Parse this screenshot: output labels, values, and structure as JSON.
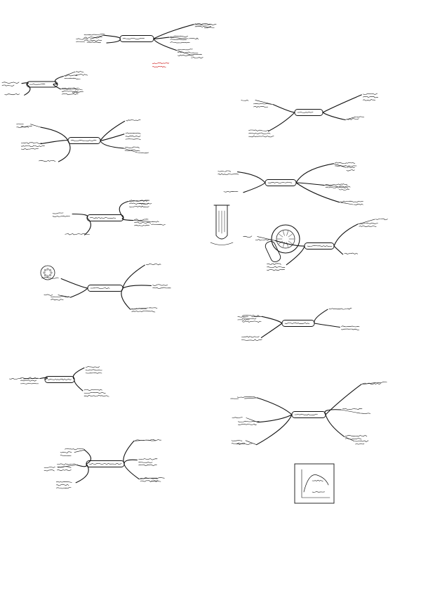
{
  "page": {
    "background": "#ffffff",
    "ink_color": "#111111",
    "accent_color": "#cc1111"
  },
  "clusters": [
    {
      "id": "c1",
      "label": "",
      "children": [
        "",
        "",
        "",
        "",
        ""
      ]
    },
    {
      "id": "c2",
      "label": "",
      "children": [
        "",
        "",
        "",
        ""
      ]
    },
    {
      "id": "c3",
      "label": "",
      "children": [
        "",
        "",
        "",
        "",
        "",
        ""
      ]
    },
    {
      "id": "c4",
      "label": "",
      "children": [
        "",
        "",
        "",
        ""
      ]
    },
    {
      "id": "c5",
      "label": "",
      "children": [
        "",
        "",
        "",
        "",
        ""
      ]
    },
    {
      "id": "c6",
      "label": "",
      "children": [
        "",
        "",
        ""
      ]
    },
    {
      "id": "c7",
      "label": "",
      "children": [
        "",
        "",
        "",
        "",
        "",
        ""
      ]
    },
    {
      "id": "c8",
      "label": "",
      "children": [
        "",
        "",
        "",
        ""
      ]
    },
    {
      "id": "c9",
      "label": "",
      "children": [
        "",
        "",
        "",
        "",
        ""
      ]
    },
    {
      "id": "c10",
      "label": "",
      "children": [
        "",
        "",
        "",
        ""
      ]
    },
    {
      "id": "c11",
      "label": "",
      "children": [
        "",
        "",
        "",
        ""
      ]
    },
    {
      "id": "c12",
      "label": "",
      "children": [
        "",
        "",
        "",
        "",
        "",
        ""
      ]
    }
  ],
  "illustrations": [
    {
      "id": "test-tube",
      "kind": "test-tube-sketch"
    },
    {
      "id": "cell-disc",
      "kind": "circular-cell-sketch"
    },
    {
      "id": "small-cell",
      "kind": "small-circular-sketch"
    },
    {
      "id": "graph-panel",
      "kind": "framed-graph-sketch"
    }
  ]
}
